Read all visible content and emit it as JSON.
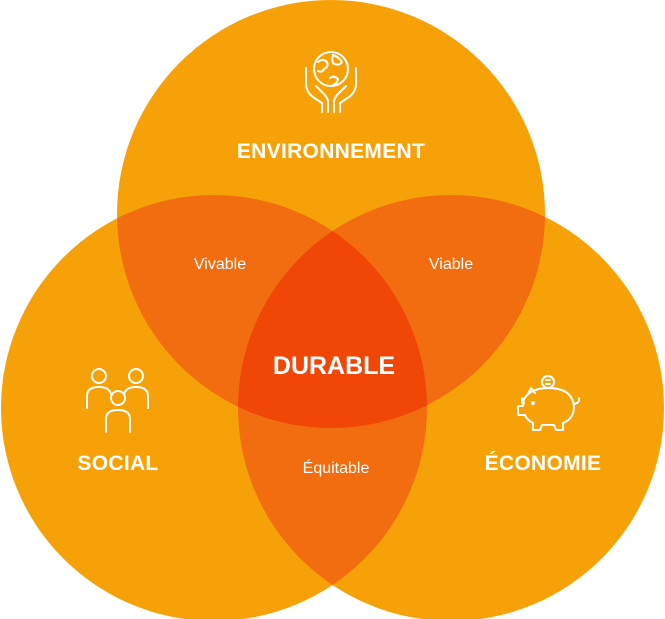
{
  "circles": {
    "environment": {
      "label": "ENVIRONNEMENT",
      "icon": "hands-globe-icon"
    },
    "social": {
      "label": "SOCIAL",
      "icon": "people-group-icon"
    },
    "economy": {
      "label": "ÉCONOMIE",
      "icon": "piggy-bank-icon"
    }
  },
  "intersections": {
    "env_social": "Vivable",
    "env_economy": "Viable",
    "social_economy": "Équitable",
    "center": "DURABLE"
  },
  "colors": {
    "circle": "#F7A108",
    "pair_overlap": "#F26C10",
    "center_overlap": "#F04606",
    "text": "#FFFFFF"
  }
}
